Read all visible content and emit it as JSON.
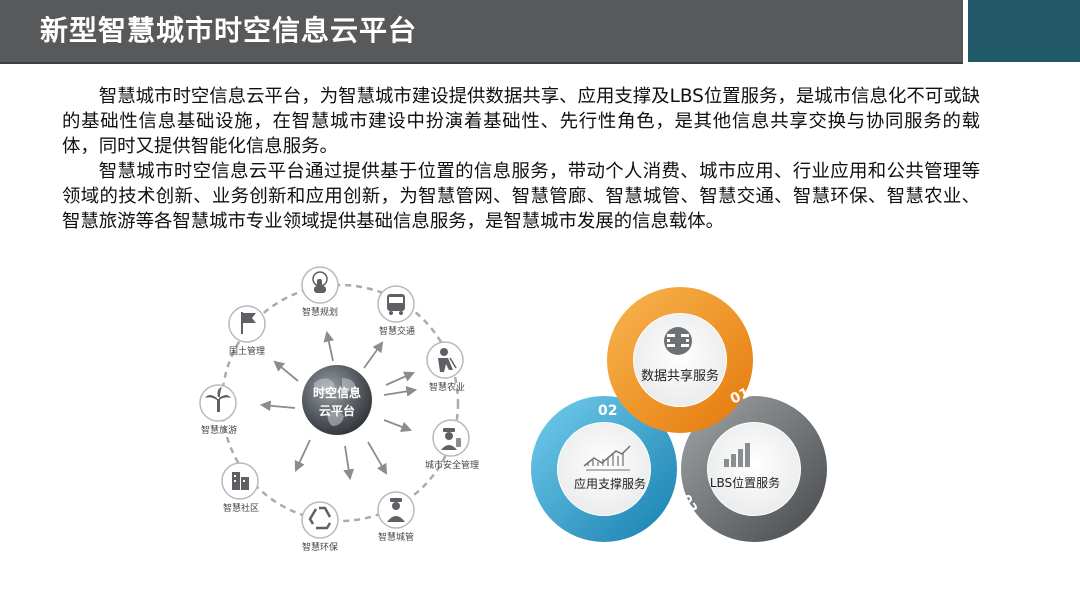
{
  "header": {
    "title": "新型智慧城市时空信息云平台"
  },
  "paragraphs": [
    "智慧城市时空信息云平台，为智慧城市建设提供数据共享、应用支撑及LBS位置服务，是城市信息化不可或缺的基础性信息基础设施，在智慧城市建设中扮演着基础性、先行性角色，是其他信息共享交换与协同服务的载体，同时又提供智能化信息服务。",
    "智慧城市时空信息云平台通过提供基于位置的信息服务，带动个人消费、城市应用、行业应用和公共管理等领域的技术创新、业务创新和应用创新，为智慧管网、智慧管廊、智慧城管、智慧交通、智慧环保、智慧农业、智慧旅游等各智慧城市专业领域提供基础信息服务，是智慧城市发展的信息载体。"
  ],
  "diagram_left": {
    "center_label_line1": "时空信息",
    "center_label_line2": "云平台",
    "nodes": [
      {
        "label": "智慧规划",
        "icon": "touch-icon"
      },
      {
        "label": "智慧交通",
        "icon": "bus-icon"
      },
      {
        "label": "智慧农业",
        "icon": "farmer-icon"
      },
      {
        "label": "城市安全管理",
        "icon": "police-icon"
      },
      {
        "label": "智慧城管",
        "icon": "officer-icon"
      },
      {
        "label": "智慧环保",
        "icon": "recycle-icon"
      },
      {
        "label": "智慧社区",
        "icon": "building-icon"
      },
      {
        "label": "智慧旅游",
        "icon": "palm-tree-icon"
      },
      {
        "label": "国土管理",
        "icon": "flag-icon"
      }
    ]
  },
  "diagram_right": {
    "services": [
      {
        "label": "数据共享服务",
        "num": "01"
      },
      {
        "label": "应用支撑服务",
        "num": "02"
      },
      {
        "label": "LBS位置服务",
        "num": "03"
      }
    ],
    "colors": {
      "orange": "#f0921e",
      "blue": "#2a9cc8",
      "gray": "#6a6d70"
    }
  }
}
